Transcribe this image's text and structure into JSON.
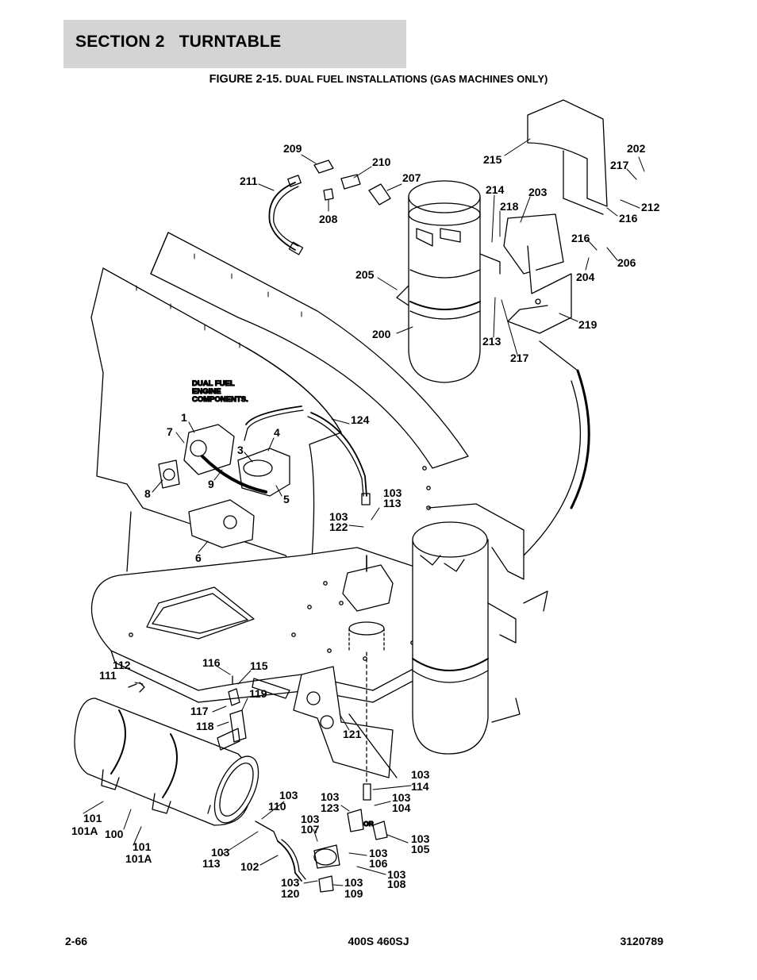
{
  "header": {
    "section_label": "SECTION 2",
    "section_name": "TURNTABLE",
    "figure_label": "FIGURE 2-15.",
    "figure_subtitle": "DUAL FUEL INSTALLATIONS (GAS MACHINES ONLY)"
  },
  "diagram": {
    "note_lines": [
      "DUAL FUEL",
      "ENGINE",
      "COMPONENTS."
    ],
    "or_label": "OR",
    "callouts": [
      {
        "text": "209"
      },
      {
        "text": "210"
      },
      {
        "text": "211"
      },
      {
        "text": "207"
      },
      {
        "text": "208"
      },
      {
        "text": "215"
      },
      {
        "text": "202"
      },
      {
        "text": "217"
      },
      {
        "text": "214"
      },
      {
        "text": "203"
      },
      {
        "text": "218"
      },
      {
        "text": "212"
      },
      {
        "text": "216"
      },
      {
        "text": "216"
      },
      {
        "text": "206"
      },
      {
        "text": "204"
      },
      {
        "text": "205"
      },
      {
        "text": "200"
      },
      {
        "text": "219"
      },
      {
        "text": "213"
      },
      {
        "text": "217"
      },
      {
        "text": "1"
      },
      {
        "text": "7"
      },
      {
        "text": "4"
      },
      {
        "text": "3"
      },
      {
        "text": "124"
      },
      {
        "text": "9"
      },
      {
        "text": "8"
      },
      {
        "text": "5"
      },
      {
        "text": "103"
      },
      {
        "text": "113"
      },
      {
        "text": "103"
      },
      {
        "text": "122"
      },
      {
        "text": "6"
      },
      {
        "text": "112"
      },
      {
        "text": "111"
      },
      {
        "text": "116"
      },
      {
        "text": "115"
      },
      {
        "text": "119"
      },
      {
        "text": "117"
      },
      {
        "text": "118"
      },
      {
        "text": "121"
      },
      {
        "text": "103"
      },
      {
        "text": "114"
      },
      {
        "text": "103"
      },
      {
        "text": "110"
      },
      {
        "text": "103"
      },
      {
        "text": "123"
      },
      {
        "text": "103"
      },
      {
        "text": "104"
      },
      {
        "text": "101"
      },
      {
        "text": "101A"
      },
      {
        "text": "100"
      },
      {
        "text": "103"
      },
      {
        "text": "107"
      },
      {
        "text": "103"
      },
      {
        "text": "105"
      },
      {
        "text": "101"
      },
      {
        "text": "101A"
      },
      {
        "text": "103"
      },
      {
        "text": "113"
      },
      {
        "text": "102"
      },
      {
        "text": "103"
      },
      {
        "text": "106"
      },
      {
        "text": "103"
      },
      {
        "text": "108"
      },
      {
        "text": "103"
      },
      {
        "text": "120"
      },
      {
        "text": "103"
      },
      {
        "text": "109"
      }
    ]
  },
  "footer": {
    "page_number": "2-66",
    "model": "400S 460SJ",
    "doc_number": "3120789"
  }
}
